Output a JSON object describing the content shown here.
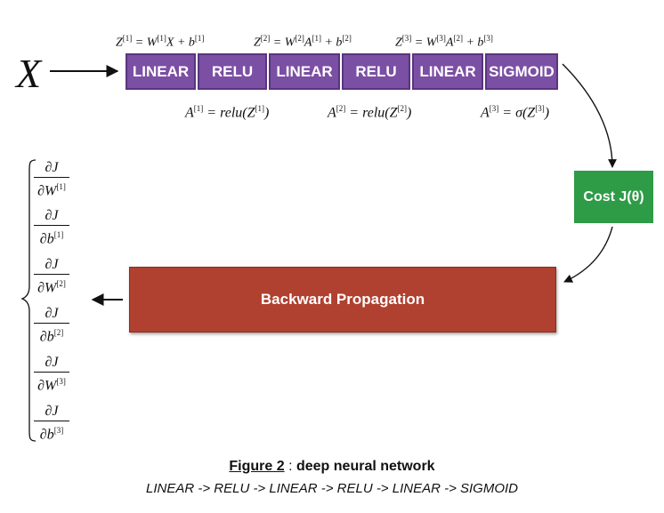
{
  "input": {
    "symbol": "X"
  },
  "forward": {
    "layers": [
      {
        "id": "linear-1",
        "label": "LINEAR"
      },
      {
        "id": "relu-1",
        "label": "RELU"
      },
      {
        "id": "linear-2",
        "label": "LINEAR"
      },
      {
        "id": "relu-2",
        "label": "RELU"
      },
      {
        "id": "linear-3",
        "label": "LINEAR"
      },
      {
        "id": "sigmoid-1",
        "label": "SIGMOID"
      }
    ],
    "top_equations": [
      {
        "lhs": "Z",
        "sup1": "[1]",
        "mid": " = W",
        "sup2": "[1]",
        "rest": "X + b",
        "sup3": "[1]"
      },
      {
        "lhs": "Z",
        "sup1": "[2]",
        "mid": " = W",
        "sup2": "[2]",
        "rest": "A",
        "sup2b": "[1]",
        "rest2": " + b",
        "sup3": "[2]"
      },
      {
        "lhs": "Z",
        "sup1": "[3]",
        "mid": " = W",
        "sup2": "[3]",
        "rest": "A",
        "sup2b": "[2]",
        "rest2": " + b",
        "sup3": "[3]"
      }
    ],
    "bottom_equations": [
      {
        "lhs": "A",
        "sup": "[1]",
        "rhs": " = relu(Z",
        "rsup": "[1]",
        "end": ")"
      },
      {
        "lhs": "A",
        "sup": "[2]",
        "rhs": " = relu(Z",
        "rsup": "[2]",
        "end": ")"
      },
      {
        "lhs": "A",
        "sup": "[3]",
        "rhs": " = σ(Z",
        "rsup": "[3]",
        "end": ")"
      }
    ]
  },
  "cost": {
    "label": "Cost J(θ)",
    "color": "#2e9b47"
  },
  "backward": {
    "label": "Backward Propagation",
    "color": "#b0402f"
  },
  "gradients": [
    {
      "num": "∂J",
      "den": "∂W",
      "sup": "[1]"
    },
    {
      "num": "∂J",
      "den": "∂b",
      "sup": "[1]"
    },
    {
      "num": "∂J",
      "den": "∂W",
      "sup": "[2]"
    },
    {
      "num": "∂J",
      "den": "∂b",
      "sup": "[2]"
    },
    {
      "num": "∂J",
      "den": "∂W",
      "sup": "[3]"
    },
    {
      "num": "∂J",
      "den": "∂b",
      "sup": "[3]"
    }
  ],
  "caption": {
    "figure": "Figure 2",
    "separator": " : ",
    "title": "deep neural network",
    "subtitle": "LINEAR -> RELU -> LINEAR -> RELU -> LINEAR -> SIGMOID"
  },
  "colors": {
    "layer": "#7b4fa3",
    "layer_border": "#5a3580"
  }
}
